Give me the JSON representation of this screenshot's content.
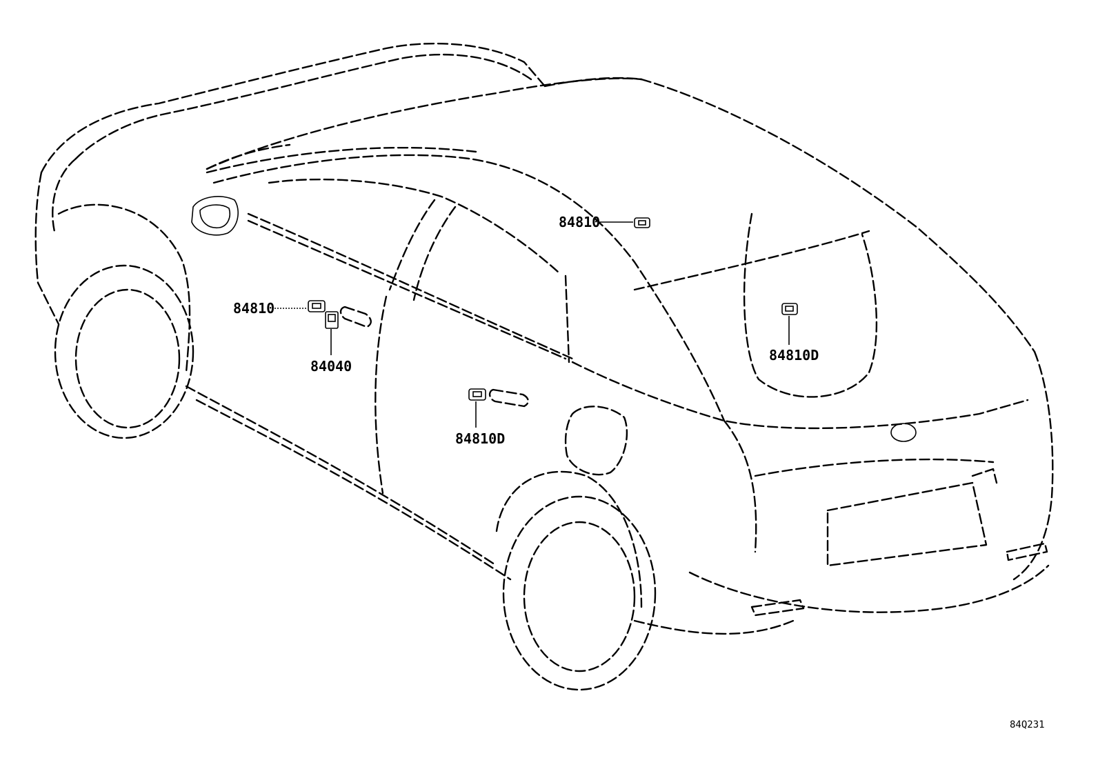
{
  "callouts": [
    {
      "id": "roof",
      "number": "84810"
    },
    {
      "id": "front-door-switch",
      "number": "84810"
    },
    {
      "id": "front-door-unit",
      "number": "84040"
    },
    {
      "id": "rear-door",
      "number": "84810D"
    },
    {
      "id": "back-door",
      "number": "84810D"
    }
  ],
  "diagram_code": "84Q231",
  "colors": {
    "ink": "#000000",
    "paper": "#ffffff"
  }
}
